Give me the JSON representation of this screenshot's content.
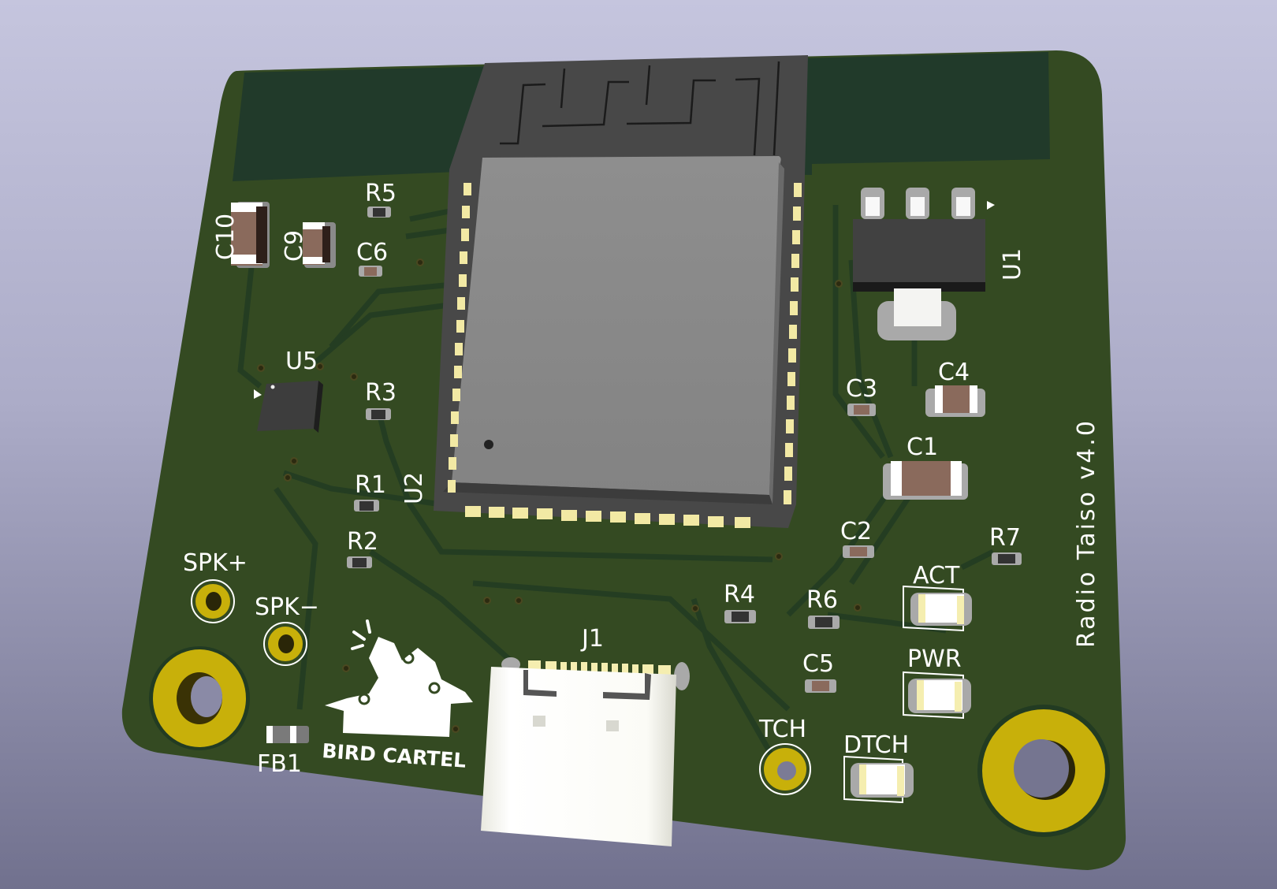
{
  "viewer": {
    "background_top": "#c5c5de",
    "background_bottom": "#71718e"
  },
  "board": {
    "title": "Radio Taiso v4.0",
    "soldermask_color": "#344a22",
    "antenna_keepout_color": "#213a2a",
    "copper_color": "#c8b00a",
    "silk_color": "#ffffff",
    "logo_text": "BIRD CARTEL"
  },
  "components": {
    "U1": {
      "ref": "U1",
      "type": "SOT-223 regulator"
    },
    "U2": {
      "ref": "U2",
      "type": "ESP32 module"
    },
    "U5": {
      "ref": "U5",
      "type": "QFN IC"
    },
    "J1": {
      "ref": "J1",
      "type": "USB-C connector"
    },
    "C1": {
      "ref": "C1"
    },
    "C2": {
      "ref": "C2"
    },
    "C3": {
      "ref": "C3"
    },
    "C4": {
      "ref": "C4"
    },
    "C5": {
      "ref": "C5"
    },
    "C6": {
      "ref": "C6"
    },
    "C9": {
      "ref": "C9"
    },
    "C10": {
      "ref": "C10"
    },
    "R1": {
      "ref": "R1"
    },
    "R2": {
      "ref": "R2"
    },
    "R3": {
      "ref": "R3"
    },
    "R4": {
      "ref": "R4"
    },
    "R5": {
      "ref": "R5"
    },
    "R6": {
      "ref": "R6"
    },
    "R7": {
      "ref": "R7"
    },
    "FB1": {
      "ref": "FB1"
    },
    "ACT": {
      "ref": "ACT",
      "type": "LED"
    },
    "PWR": {
      "ref": "PWR",
      "type": "LED"
    },
    "DTCH": {
      "ref": "DTCH",
      "type": "LED"
    },
    "TCH": {
      "ref": "TCH",
      "type": "touch pad"
    },
    "SPK_P": {
      "ref": "SPK+"
    },
    "SPK_N": {
      "ref": "SPK−"
    }
  }
}
